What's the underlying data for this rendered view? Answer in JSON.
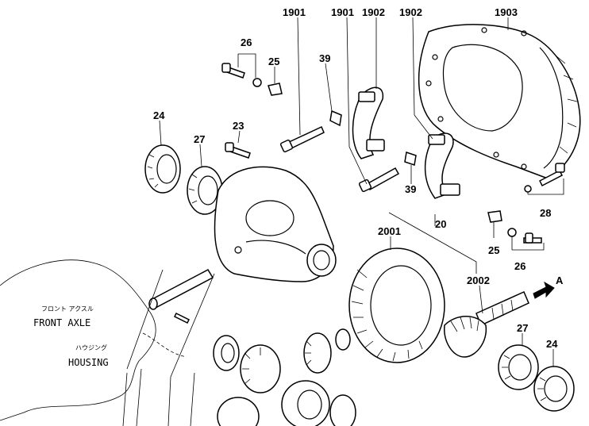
{
  "part_numbers": {
    "p1901a": "1901",
    "p1901b": "1901",
    "p1902a": "1902",
    "p1902b": "1902",
    "p1903": "1903",
    "p26a": "26",
    "p25a": "25",
    "p39a": "39",
    "p24a": "24",
    "p27a": "27",
    "p23": "23",
    "p39b": "39",
    "p28": "28",
    "p20": "20",
    "p2001": "2001",
    "p25b": "25",
    "p26b": "26",
    "p2002": "2002",
    "pA": "A",
    "p27b": "27",
    "p24b": "24"
  },
  "housing_note": {
    "jp_line1": "フロント アクスル",
    "en_line1": "FRONT AXLE",
    "jp_line2": "ハウジング",
    "en_line2": "HOUSING"
  }
}
